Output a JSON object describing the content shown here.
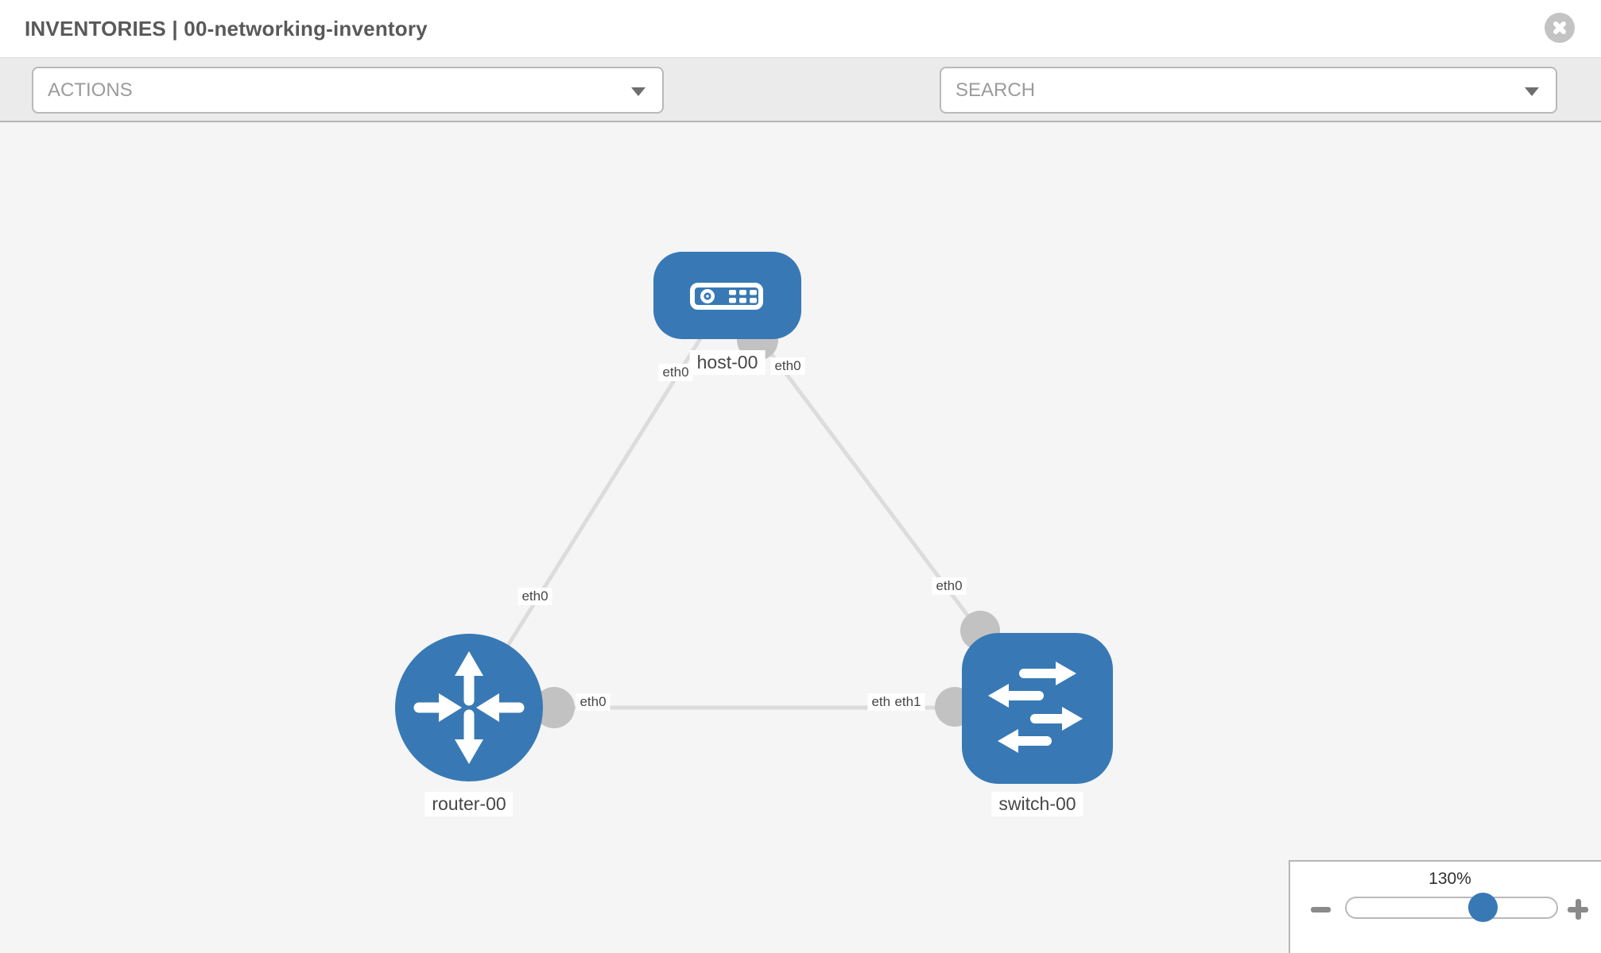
{
  "header": {
    "title": "INVENTORIES | 00-networking-inventory"
  },
  "toolbar": {
    "actions_placeholder": "ACTIONS",
    "search_placeholder": "SEARCH",
    "icons": [
      "wrench-icon",
      "key-icon"
    ]
  },
  "topology": {
    "nodes": [
      {
        "label": "host-00",
        "type": "host"
      },
      {
        "label": "router-00",
        "type": "router"
      },
      {
        "label": "switch-00",
        "type": "switch"
      }
    ],
    "interfaces": {
      "host_left": "eth0",
      "host_right": "eth0",
      "router_top": "eth0",
      "router_right": "eth0",
      "switch_top": "eth0",
      "switch_left_back": "eth0",
      "switch_left_front": "eth1"
    }
  },
  "zoom_control": {
    "level": "130%"
  },
  "colors": {
    "node_blue": "#3879b5",
    "edge_gray": "#dcdcdc",
    "port_gray": "#c2c2c2",
    "toolbar_bg": "#ebebeb",
    "canvas_bg": "#f5f5f5",
    "icon_gray": "#6e7680",
    "slider_thumb_blue": "#3879b5"
  }
}
